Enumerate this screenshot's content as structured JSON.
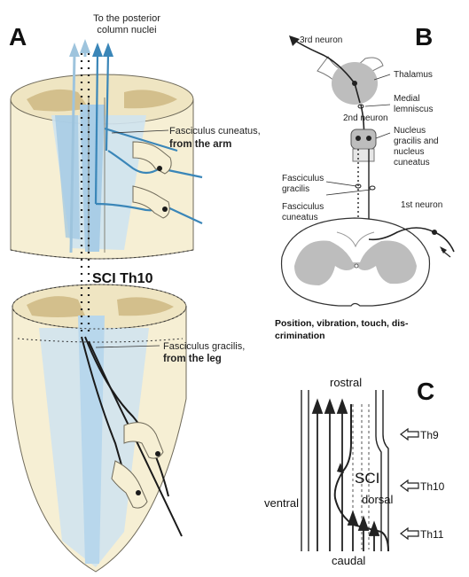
{
  "panels": {
    "a": "A",
    "b": "B",
    "c": "C"
  },
  "panel_a": {
    "top_label": [
      "To the posterior",
      "column nuclei"
    ],
    "cuneatus_label": "Fasciculus cuneatus,",
    "cuneatus_sub": "from the arm",
    "injury_label": "SCI Th10",
    "gracilis_label": "Fasciculus gracilis,",
    "gracilis_sub": "from the leg"
  },
  "panel_b": {
    "third_neuron": "3rd neuron",
    "thalamus": "Thalamus",
    "medial_lemniscus": [
      "Medial",
      "lemniscus"
    ],
    "second_neuron": "2nd neuron",
    "nuclei": [
      "Nucleus",
      "gracilis and",
      "nucleus",
      "cuneatus"
    ],
    "fasc_gracilis": [
      "Fasciculus",
      "gracilis"
    ],
    "fasc_cuneatus": [
      "Fasciculus",
      "cuneatus"
    ],
    "first_neuron": "1st neuron",
    "caption": [
      "Position, vibration, touch, dis-",
      "crimination"
    ]
  },
  "panel_c": {
    "rostral": "rostral",
    "caudal": "caudal",
    "ventral": "ventral",
    "dorsal": "dorsal",
    "sci": "SCI",
    "levels": [
      "Th9",
      "Th10",
      "Th11"
    ]
  },
  "colors": {
    "skin": "#f6efd4",
    "blue": "#3a86b8",
    "light_blue": "#cfe3f0",
    "gray": "#b9b9b9",
    "tan": "#c9b27a"
  }
}
